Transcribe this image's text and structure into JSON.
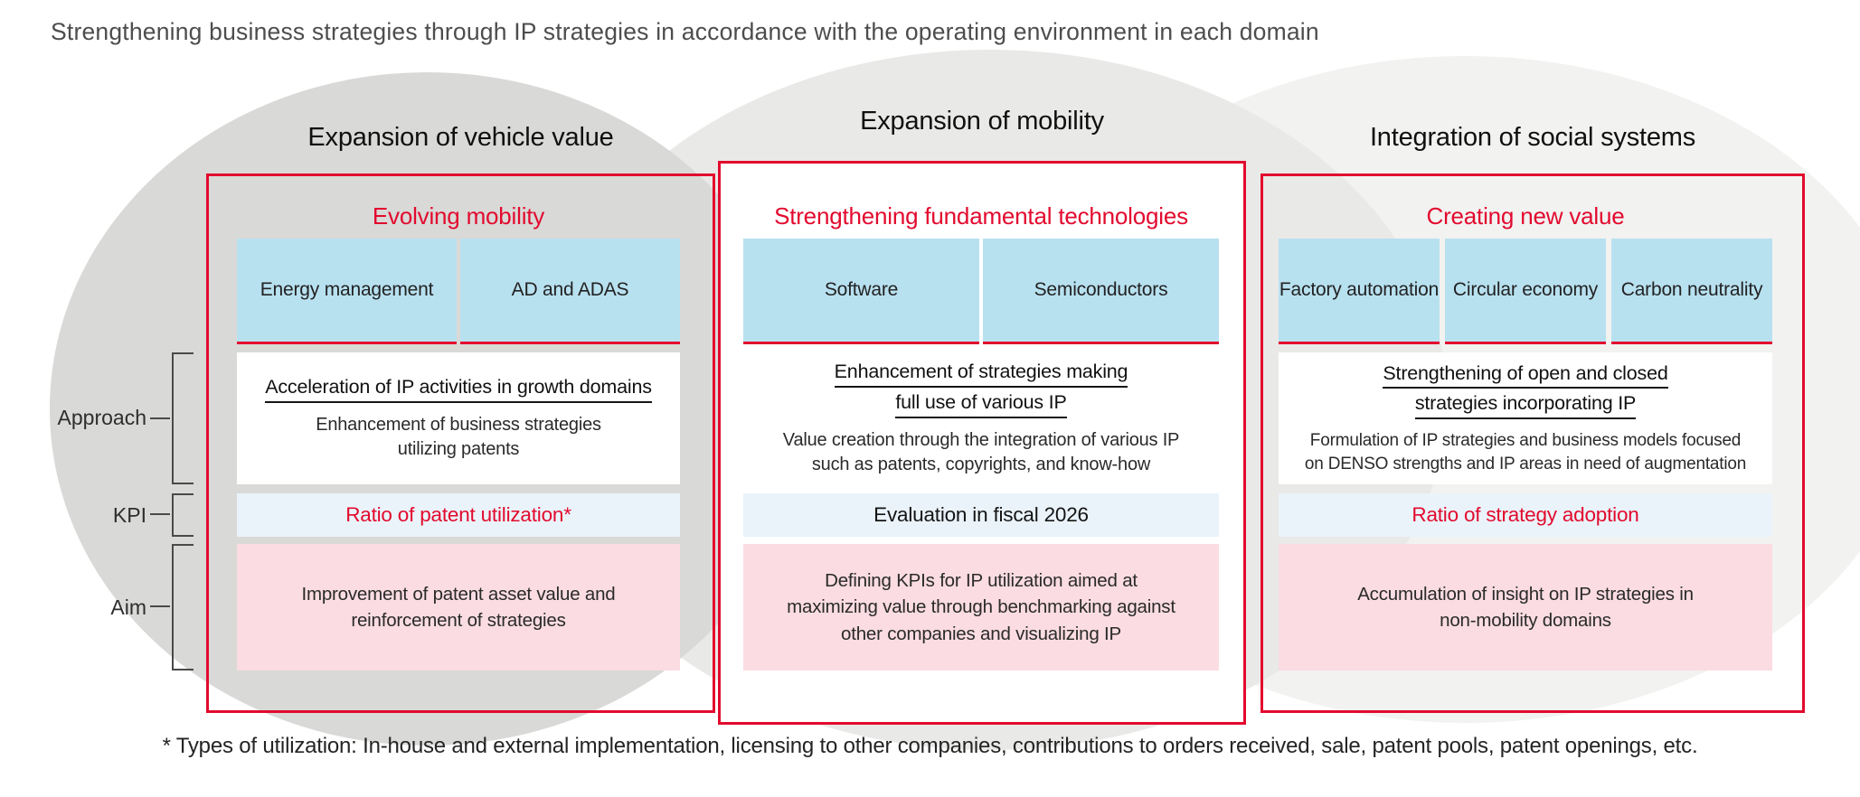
{
  "title": "Strengthening business strategies through IP strategies in accordance with the operating environment in each domain",
  "footnote": "* Types of utilization: In-house and external implementation, licensing to other companies, contributions to orders received, sale, patent pools, patent openings, etc.",
  "row_labels": {
    "approach": "Approach",
    "kpi": "KPI",
    "aim": "Aim"
  },
  "colors": {
    "accent_red": "#e20a2e",
    "domain_blue": "#b8e1f0",
    "kpi_bg": "#eaf3fa",
    "aim_pink": "#fadce2",
    "ellipse_dark": "#d9d9d7",
    "ellipse_mid": "#e9e9e7",
    "ellipse_light": "#f2f2f1"
  },
  "columns": [
    {
      "header": "Expansion of vehicle value",
      "theme": "Evolving mobility",
      "domains": [
        "Energy management",
        "AD and ADAS"
      ],
      "approach": {
        "title_lines": [
          "Acceleration of IP activities in growth domains"
        ],
        "body_lines": [
          "Enhancement of business strategies",
          "utilizing patents"
        ]
      },
      "kpi": {
        "label": "Ratio of patent utilization*",
        "color": "red"
      },
      "aim_lines": [
        "Improvement of patent asset value and",
        "reinforcement of strategies"
      ]
    },
    {
      "header": "Expansion of mobility",
      "theme": "Strengthening fundamental technologies",
      "domains": [
        "Software",
        "Semiconductors"
      ],
      "approach": {
        "title_lines": [
          "Enhancement of strategies making",
          "full use of various IP"
        ],
        "body_lines": [
          "Value creation through the integration of various IP",
          "such as patents, copyrights, and know-how"
        ]
      },
      "kpi": {
        "label": "Evaluation in fiscal 2026",
        "color": "black"
      },
      "aim_lines": [
        "Defining KPIs for IP utilization aimed at",
        "maximizing value through benchmarking against",
        "other companies and visualizing IP"
      ]
    },
    {
      "header": "Integration of social systems",
      "theme": "Creating new value",
      "domains": [
        "Factory automation",
        "Circular economy",
        "Carbon neutrality"
      ],
      "approach": {
        "title_lines": [
          "Strengthening of open and closed",
          "strategies incorporating IP"
        ],
        "body_lines": [
          "Formulation of IP strategies and business models focused",
          "on DENSO strengths and IP areas in need of augmentation"
        ]
      },
      "kpi": {
        "label": "Ratio of strategy adoption",
        "color": "red"
      },
      "aim_lines": [
        "Accumulation of insight on IP strategies in",
        "non-mobility domains"
      ]
    }
  ]
}
